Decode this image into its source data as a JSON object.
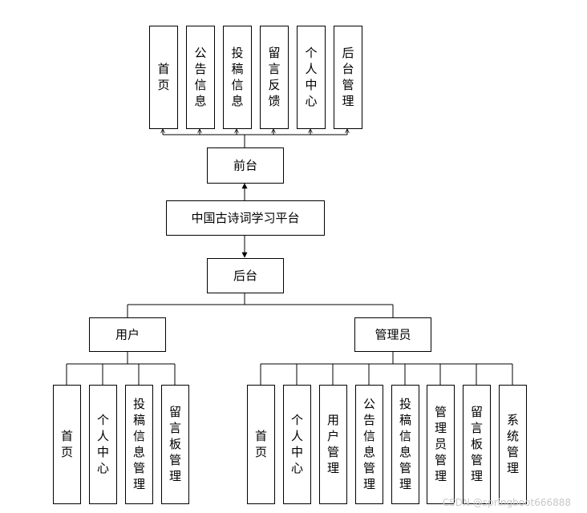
{
  "diagram": {
    "root": "中国古诗词学习平台",
    "front": {
      "label": "前台",
      "children": [
        "首页",
        "公告信息",
        "投稿信息",
        "留言反馈",
        "个人中心",
        "后台管理"
      ]
    },
    "back": {
      "label": "后台",
      "roles": [
        {
          "label": "用户",
          "children": [
            "首页",
            "个人中心",
            "投稿信息管理",
            "留言板管理"
          ]
        },
        {
          "label": "管理员",
          "children": [
            "首页",
            "个人中心",
            "用户管理",
            "公告信息管理",
            "投稿信息管理",
            "管理员管理",
            "留言板管理",
            "系统管理"
          ]
        }
      ]
    },
    "colors": {
      "line": "#000000",
      "box_fill": "#ffffff",
      "watermark": "#c8c8c8"
    }
  },
  "watermark": "CSDN @springboot666888"
}
